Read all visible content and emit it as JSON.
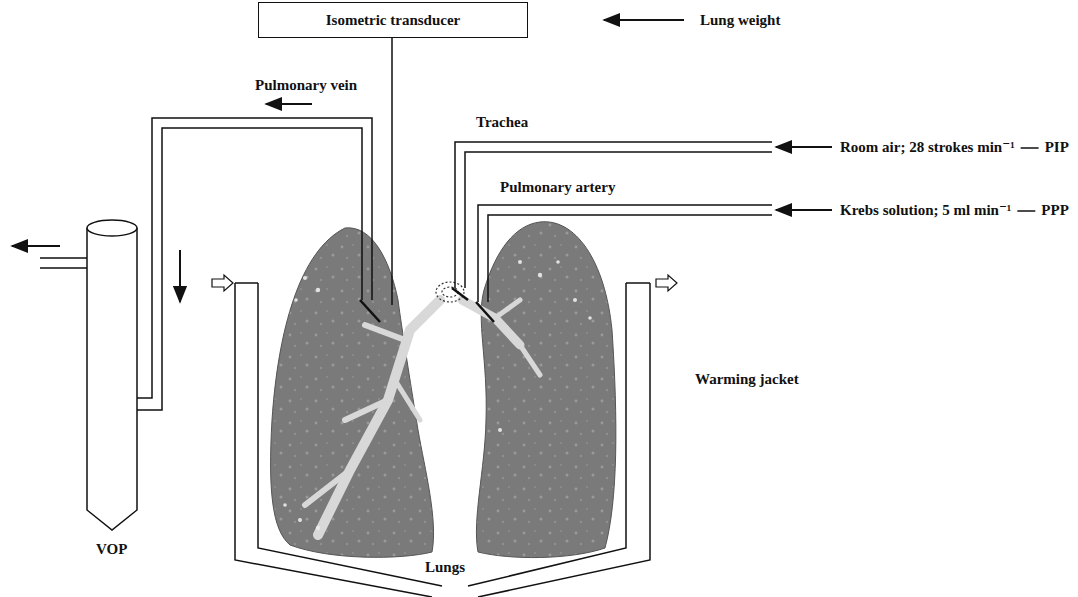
{
  "diagram": {
    "nodes": [
      {
        "text": [
          "Isometric transducer"
        ]
      }
    ],
    "labels": [
      "Lung weight",
      "Pulmonary vein",
      "Trachea",
      "Room air; 28 strokes min⁻¹",
      "PIP",
      "Pulmonary artery",
      "Krebs solution; 5 ml min⁻¹",
      "PPP",
      "Warming jacket",
      "VOP",
      "Lungs"
    ]
  }
}
